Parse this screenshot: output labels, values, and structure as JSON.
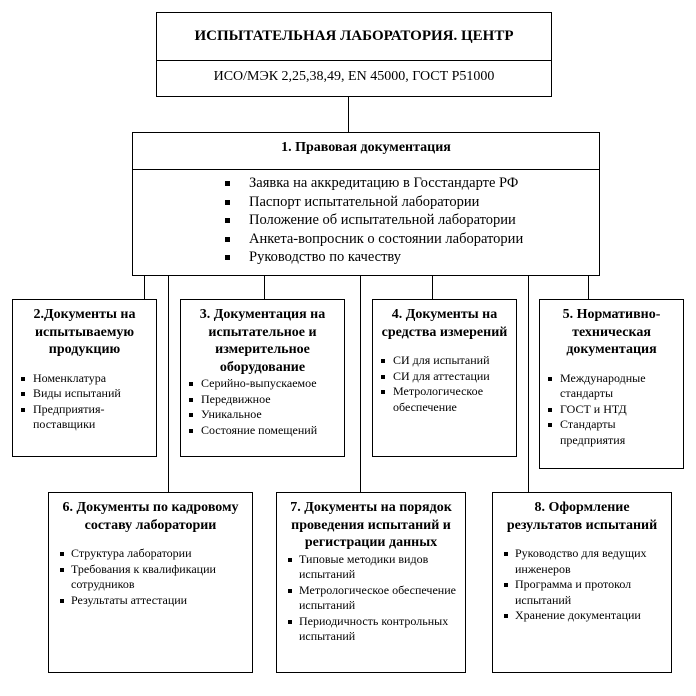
{
  "header": {
    "title": "ИСПЫТАТЕЛЬНАЯ ЛАБОРАТОРИЯ. ЦЕНТР",
    "standards": "ИСО/МЭК 2,25,38,49, EN 45000, ГОСТ Р51000"
  },
  "sections": [
    {
      "title": "1. Правовая документация",
      "items": [
        "Заявка на аккредитацию в Госстандарте РФ",
        "Паспорт испытательной лаборатории",
        "Положение об испытательной лаборатории",
        "Анкета-вопросник о состоянии лаборатории",
        "Руководство по качеству"
      ]
    },
    {
      "title": "2.Документы на испытываемую продукцию",
      "items": [
        "Номенклатура",
        "Виды испытаний",
        "Предприятия-поставщики"
      ]
    },
    {
      "title": "3. Документация на испытательное и измерительное оборудование",
      "items": [
        "Серийно-выпускаемое",
        "Передвижное",
        "Уникальное",
        "Состояние помещений"
      ]
    },
    {
      "title": "4. Документы на средства измерений",
      "items": [
        "СИ для испытаний",
        "СИ для аттестации",
        "Метрологическое обеспечение"
      ]
    },
    {
      "title": "5. Нормативно-техническая документация",
      "items": [
        "Международные стандарты",
        "ГОСТ и НТД",
        "Стандарты предприятия"
      ]
    },
    {
      "title": "6. Документы по кадровому составу лаборатории",
      "items": [
        "Структура лаборатории",
        "Требования к квалификации сотрудников",
        "Результаты аттестации"
      ]
    },
    {
      "title": "7. Документы на порядок проведения испытаний и регистрации данных",
      "items": [
        "Типовые методики видов испытаний",
        "Метрологическое обеспечение испытаний",
        "Периодичность контрольных испытаний"
      ]
    },
    {
      "title": "8. Оформление результатов испытаний",
      "items": [
        "Руководство для ведущих инженеров",
        "Программа и протокол испытаний",
        "Хранение документации"
      ]
    }
  ]
}
